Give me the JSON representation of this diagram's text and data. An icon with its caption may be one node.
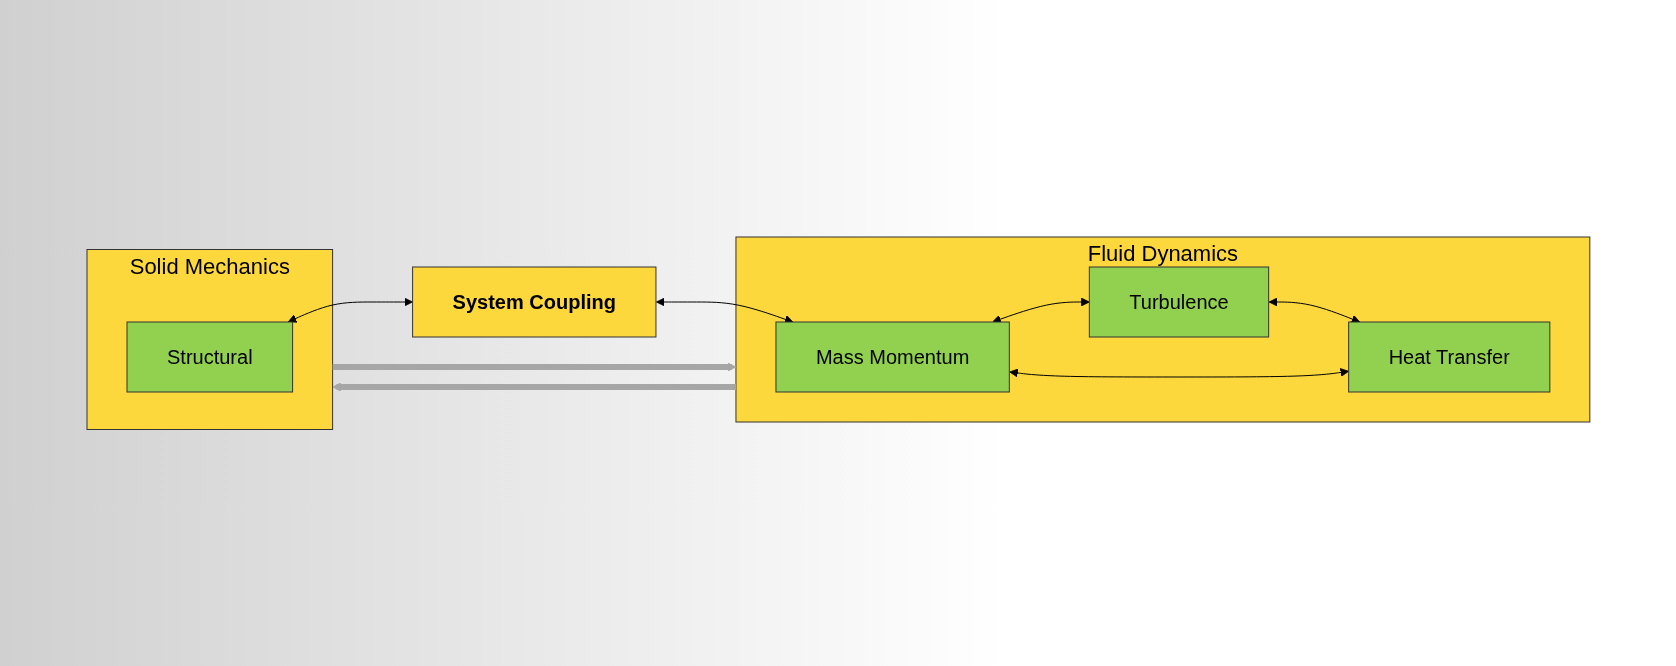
{
  "diagram": {
    "nodes": [
      {
        "text": [
          "Solid Mechanics"
        ]
      },
      {
        "text": [
          "Structural"
        ],
        "in": 0
      },
      {
        "text": [
          "System Coupling"
        ]
      },
      {
        "text": [
          "Fluid Dynamics"
        ]
      },
      {
        "text": [
          "Mass Momentum"
        ],
        "in": 3
      },
      {
        "text": [
          "Turbulence"
        ],
        "in": 3
      },
      {
        "text": [
          "Heat Transfer"
        ],
        "in": 3
      }
    ],
    "edges": [
      {
        "from": 0,
        "to": 3,
        "arrow": "to",
        "style": "thick",
        "color": "#a6a6a6"
      },
      {
        "from": 3,
        "to": 0,
        "arrow": "to",
        "style": "thick",
        "color": "#a6a6a6"
      },
      {
        "from": 1,
        "to": 2,
        "arrow": "both"
      },
      {
        "from": 2,
        "to": 4,
        "arrow": "both"
      },
      {
        "from": 4,
        "to": 5,
        "arrow": "both"
      },
      {
        "from": 5,
        "to": 6,
        "arrow": "both"
      },
      {
        "from": 4,
        "to": 6,
        "arrow": "both"
      }
    ]
  }
}
